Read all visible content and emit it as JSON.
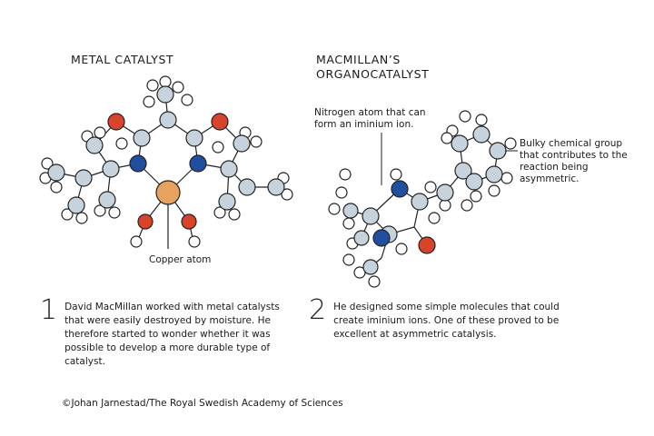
{
  "left_panel": {
    "title": "METAL CATALYST",
    "copper_label": "Copper atom",
    "step_number": "1",
    "step_text": "David MacMillan worked with metal catalysts that were easily destroyed by moisture. He therefore started to wonder whether it was possible to develop a more durable type of catalyst."
  },
  "right_panel": {
    "title": "MACMILLAN’S ORGANOCATALYST",
    "nitrogen_label": "Nitrogen atom that can form an iminium ion.",
    "bulky_label": "Bulky chemical group that contributes to the reaction being asymmetric.",
    "step_number": "2",
    "step_text": "He designed some simple molecules that could create iminium ions. One of these proved to be excellent at asymmetric catalysis."
  },
  "credit": "©Johan Jarnestad/The Royal Swedish Academy of Sciences",
  "colors": {
    "carbon": "#c7d3dc",
    "hydrogen": "#ffffff",
    "nitrogen": "#1f4f9e",
    "oxygen": "#d9432b",
    "copper": "#e7a25f",
    "outline": "#222222"
  }
}
